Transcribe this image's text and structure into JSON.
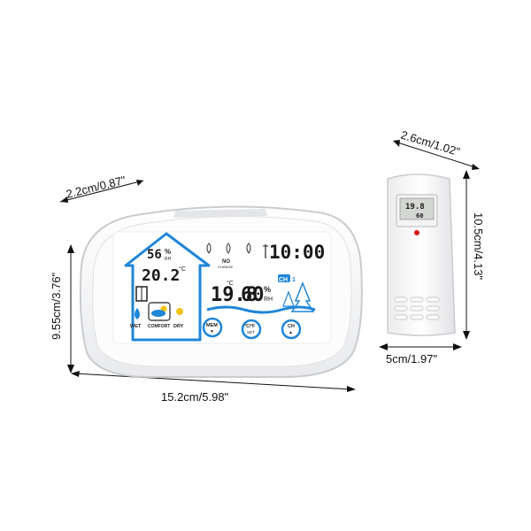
{
  "dimensions": {
    "main_depth": "2.2cm/0.87\"",
    "main_height": "9.55cm/3.76\"",
    "main_width": "15.2cm/5.98\"",
    "sensor_depth": "2.6cm/1.02\"",
    "sensor_height": "10.5cm/4.13\"",
    "sensor_width": "5cm/1.97\""
  },
  "indoor": {
    "humidity": "56",
    "humidity_unit": "%",
    "humidity_sub": "RH",
    "temperature": "20.2",
    "temp_unit": "°C",
    "comfort_labels": [
      "WET",
      "COMFORT",
      "DRY"
    ]
  },
  "outdoor": {
    "trend_label_1": "NO",
    "trend_label_2": "CHANGE",
    "clock": "10:00",
    "channel_label": "CH",
    "channel_number": "1",
    "temperature": "19.8",
    "temp_unit": "°C",
    "humidity": "60",
    "humidity_unit": "%",
    "humidity_sub": "RH"
  },
  "buttons": [
    {
      "top": "MEM",
      "bottom": "▼"
    },
    {
      "top": "°C/°F",
      "bottom": "SET"
    },
    {
      "top": "CH",
      "bottom": "▲"
    }
  ],
  "sensor_display": {
    "value_top": "19.8",
    "value_bottom": "60",
    "led_color": "#e01818"
  },
  "colors": {
    "accent_blue": "#1f86d8",
    "device_white": "#f7f7f8",
    "frame_grey": "#c9ccd0"
  }
}
